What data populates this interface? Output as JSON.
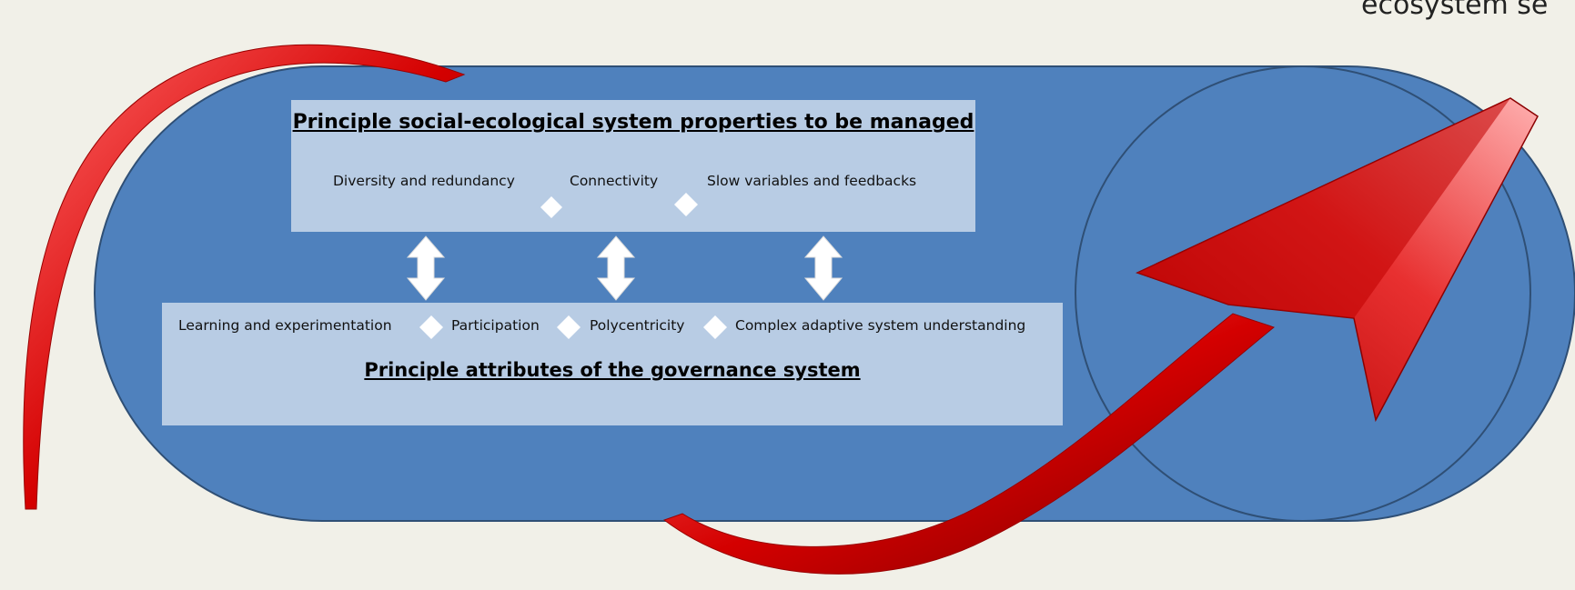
{
  "corner_text": "ecosystem se",
  "social_ecological": {
    "heading": "Principle social-ecological system properties to be managed",
    "properties": [
      "Diversity and redundancy",
      "Connectivity",
      "Slow variables and feedbacks"
    ]
  },
  "governance": {
    "heading": "Principle attributes of the governance system",
    "attributes": [
      "Learning and experimentation",
      "Participation",
      "Polycentricity",
      "Complex adaptive system understanding"
    ]
  },
  "colors": {
    "background": "#f1f0e8",
    "oval": "#4f81bd",
    "box": "#b8cce4",
    "arrow": "#cc0000"
  }
}
